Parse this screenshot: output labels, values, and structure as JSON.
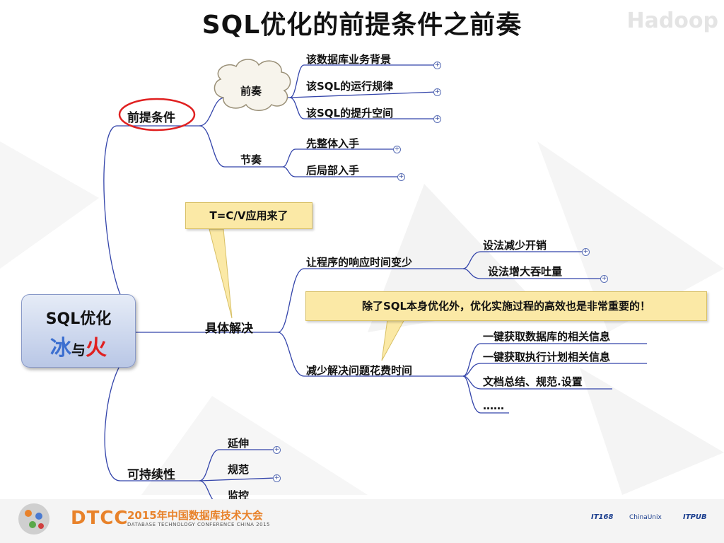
{
  "title": "SQL优化的前提条件之前奏",
  "watermark": "Hadoop",
  "center": {
    "line1": "SQL优化",
    "ice": "冰",
    "and": "与",
    "fire": "火"
  },
  "branches": {
    "premise": {
      "label": "前提条件",
      "prelude": {
        "label": "前奏",
        "items": [
          "该数据库业务背景",
          "该SQL的运行规律",
          "该SQL的提升空间"
        ]
      },
      "rhythm": {
        "label": "节奏",
        "items": [
          "先整体入手",
          "后局部入手"
        ]
      }
    },
    "solution": {
      "label": "具体解决",
      "callout1": "T=C/V应用来了",
      "callout2": "除了SQL本身优化外，优化实施过程的高效也是非常重要的！",
      "faster": {
        "label": "让程序的响应时间变少",
        "items": [
          "设法减少开销",
          "设法增大吞吐量"
        ]
      },
      "less_time": {
        "label": "减少解决问题花费时间",
        "items": [
          "一键获取数据库的相关信息",
          "一键获取执行计划相关信息",
          "文档总结、规范.设置",
          "……"
        ]
      }
    },
    "sustain": {
      "label": "可持续性",
      "items": [
        "延伸",
        "规范",
        "监控"
      ]
    }
  },
  "footer": {
    "brand": "DTCC",
    "conf_cn": "2015年中国数据库技术大会",
    "conf_en": "DATABASE TECHNOLOGY CONFERENCE CHINA 2015",
    "sponsor1": "IT168",
    "sponsor2": "ChinaUnix",
    "sponsor3": "ITPUB"
  },
  "colors": {
    "line": "#3344aa",
    "callout": "#fbe9a6",
    "highlight": "#e02020",
    "accent": "#e8822a"
  }
}
